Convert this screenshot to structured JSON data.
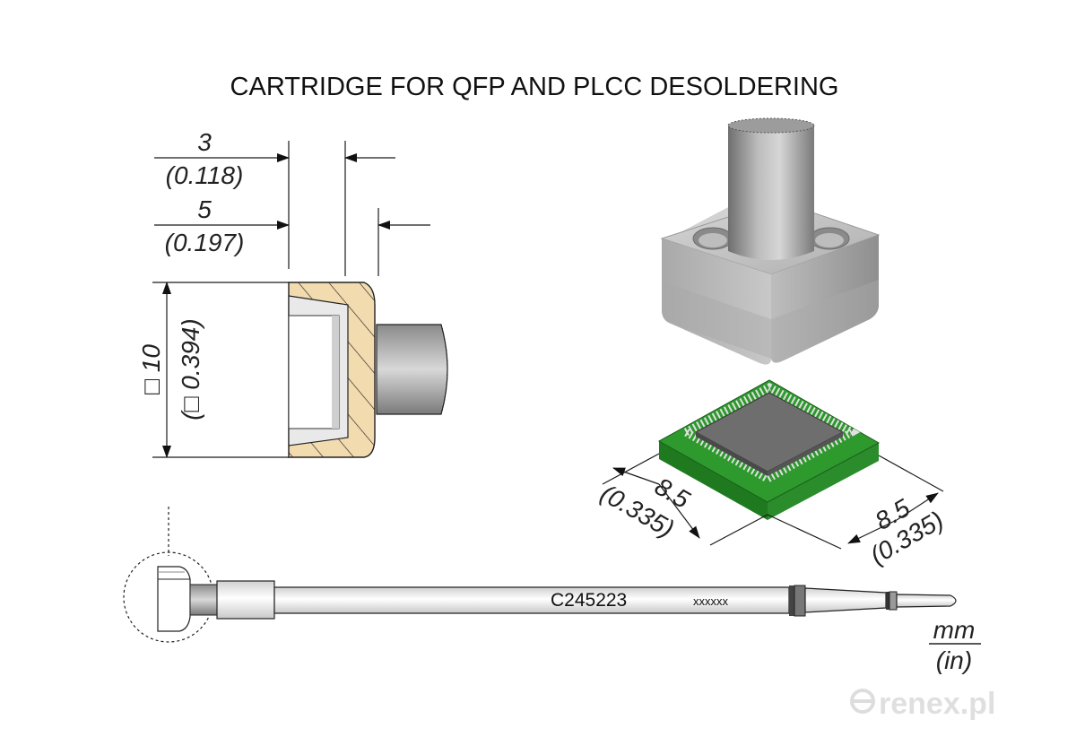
{
  "title": "CARTRIDGE FOR QFP AND PLCC DESOLDERING",
  "dimensions": {
    "offset_a_mm": "3",
    "offset_a_in": "(0.118)",
    "offset_b_mm": "5",
    "offset_b_in": "(0.197)",
    "square_mm": "□ 10",
    "square_in": "(□ 0.394)",
    "chip_left_mm": "8.5",
    "chip_left_in": "(0.335)",
    "chip_right_mm": "8.5",
    "chip_right_in": "(0.335)"
  },
  "cartridge": {
    "part_number": "C245223",
    "serial": "xxxxxx"
  },
  "units": {
    "primary": "mm",
    "secondary": "(in)"
  },
  "watermark": "reneх.pl",
  "colors": {
    "hatch_fill": "#f3dbb0",
    "metal_light": "#d9d9d9",
    "metal_dark": "#7d7d7d",
    "pcb_green": "#2e9a2e",
    "chip_grey": "#6e6e6e"
  }
}
